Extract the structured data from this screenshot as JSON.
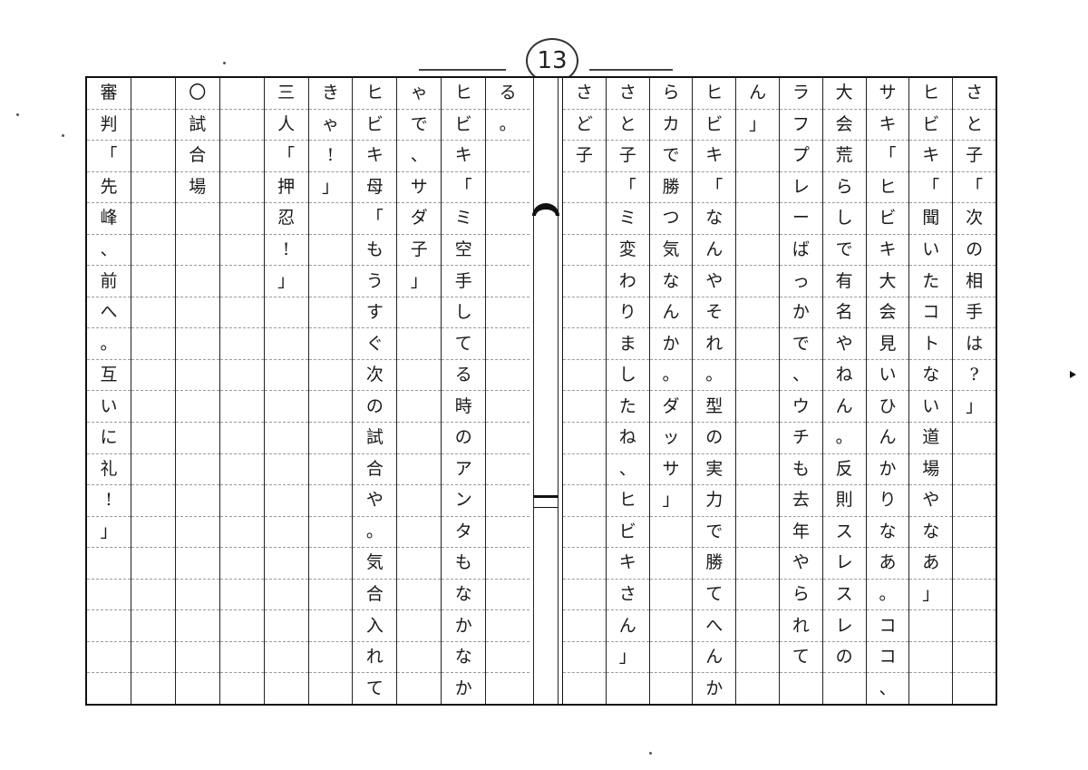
{
  "page_number": "13",
  "left_columns": [
    "審判「先峰、前へ。互いに礼!」",
    "",
    "〇試合場",
    "",
    "三人「押忍!」",
    "きゃ!」",
    "ヒビキ母「もうすぐ次の試合や。気合入れて",
    "ゃで、サダ子」",
    "ヒビキ「ミ空手してる時のアンタもなかなか",
    "る。"
  ],
  "right_columns": [
    "さど子",
    "さと子「ミ変わりましたね、ヒビキさん」",
    "らカで勝つ気なんか。ダッサ」",
    "ヒビキ「なんやそれ。型の実力で勝てへんか",
    "ん」",
    "ラフプレーばっかで、ウチも去年やられて",
    "大会荒らしで有名やねん。反則スレスレの",
    "サキ「ヒビキ大会見いひんかりなあ。ココ、",
    "ヒビキ「聞いたコトない道場やなあ」",
    "さと子「次の相手は?」"
  ]
}
